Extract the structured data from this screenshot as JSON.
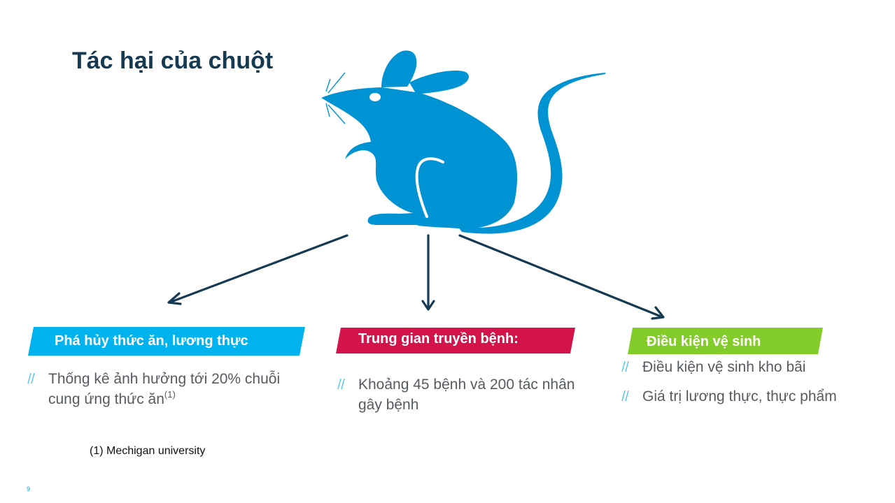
{
  "slide": {
    "title": "Tác hại của chuột",
    "page_number": "9",
    "footnote": "(1) Mechigan university"
  },
  "colors": {
    "title": "#163a52",
    "mouse": "#0093d3",
    "arrows": "#153a52",
    "bullet_text": "#555b60",
    "bullet_marker": "#3fc0f0",
    "page_number": "#00a3e0"
  },
  "illustration": {
    "icon": "mouse-icon",
    "arrows": [
      "arrow-left-down",
      "arrow-down",
      "arrow-right-down"
    ]
  },
  "columns": [
    {
      "header": "Phá hủy thức ăn, lương thực",
      "header_color": "#00b3ee",
      "bullets": [
        {
          "text": "Thống kê ảnh hưởng tới 20% chuỗi cung ứng thức ăn",
          "superscript": "(1)"
        }
      ]
    },
    {
      "header": "Trung gian truyền bệnh:",
      "header_color": "#d3134a",
      "bullets": [
        {
          "text": "Khoảng 45 bệnh và 200 tác nhân gây bệnh"
        }
      ]
    },
    {
      "header": "Điều kiện vệ sinh",
      "header_color": "#84cc2a",
      "bullets": [
        {
          "text": "Điều kiện vệ sinh kho bãi"
        },
        {
          "text": "Giá trị lương thực, thực phẩm"
        }
      ]
    }
  ],
  "bullet_marker": "//"
}
